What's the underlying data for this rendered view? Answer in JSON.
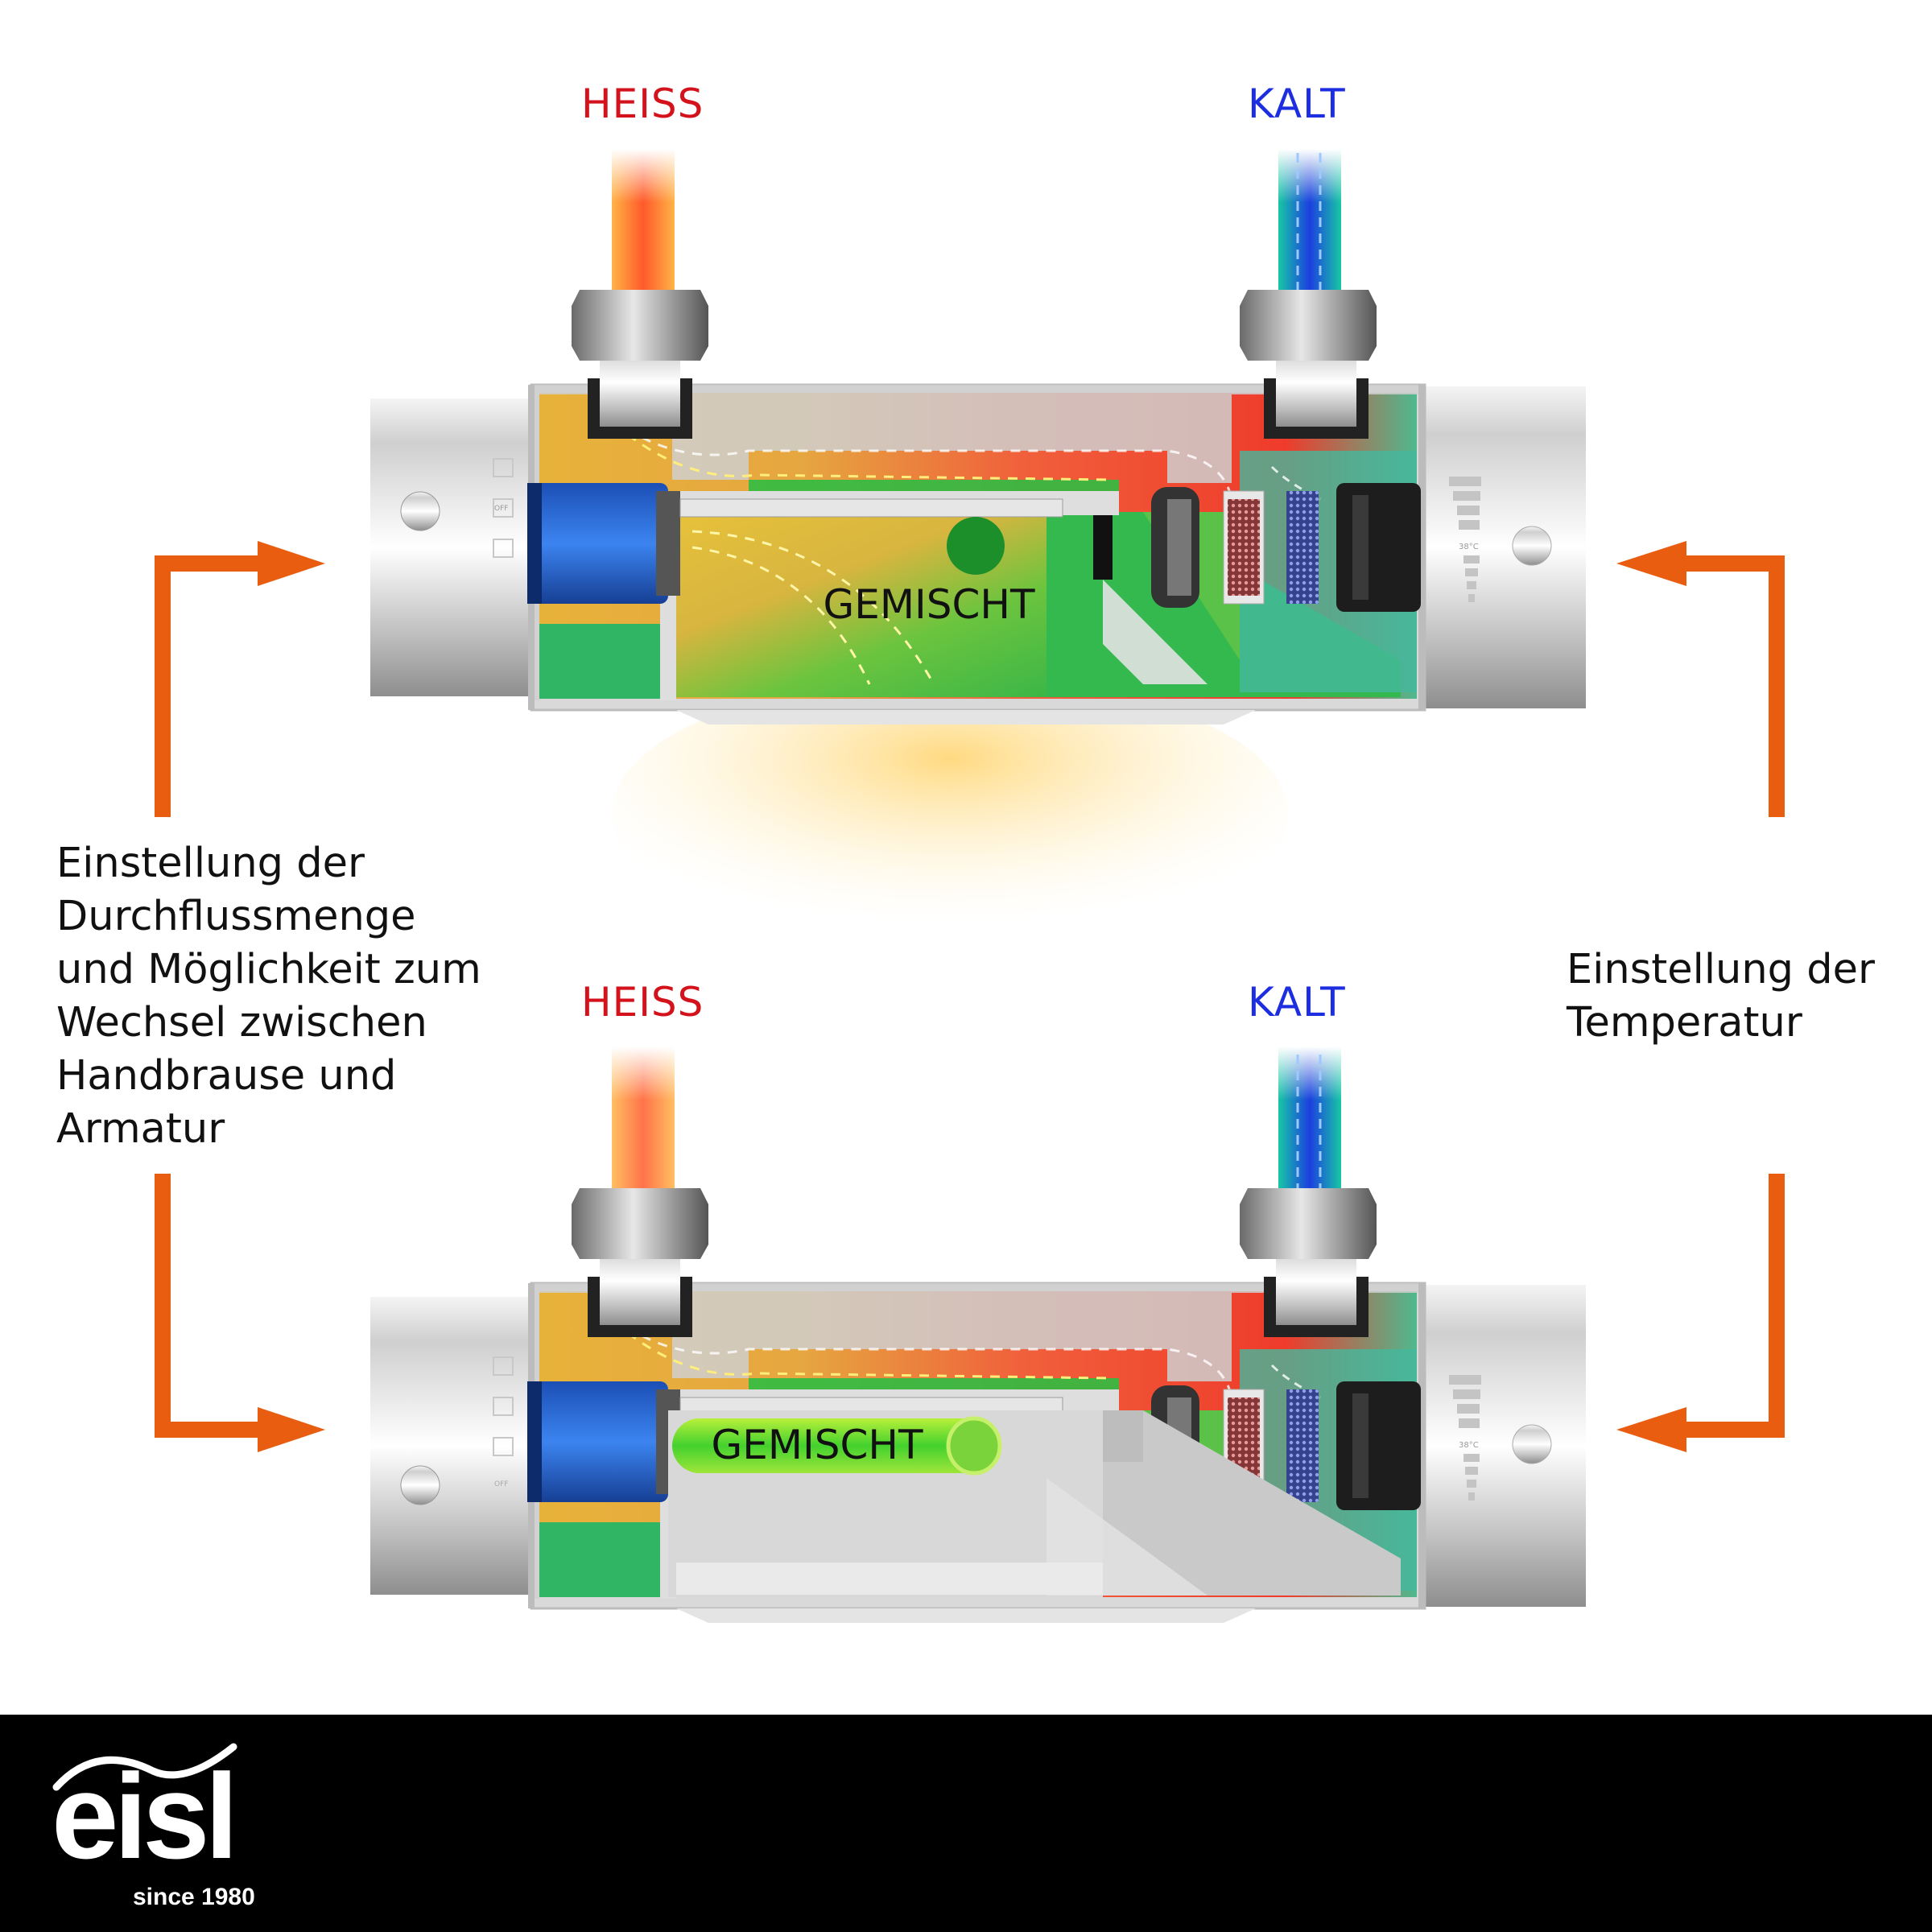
{
  "labels": {
    "hot": "HEISS",
    "cold": "KALT",
    "mixed": "GEMISCHT"
  },
  "left_caption": [
    "Einstellung der",
    "Durchflussmenge",
    "und Möglichkeit zum",
    "Wechsel zwischen",
    "Handbrause und",
    "Armatur"
  ],
  "right_caption": [
    "Einstellung der",
    "Temperatur"
  ],
  "knob_labels": {
    "off": "OFF",
    "temperature": "38°C"
  },
  "logo": {
    "word": "eisl",
    "tagline": "since 1980"
  },
  "colors": {
    "hot": "#d3121c",
    "cold": "#1d2ee0",
    "arrow": "#e85d10",
    "mixed_zone": "#2fbf3a"
  }
}
